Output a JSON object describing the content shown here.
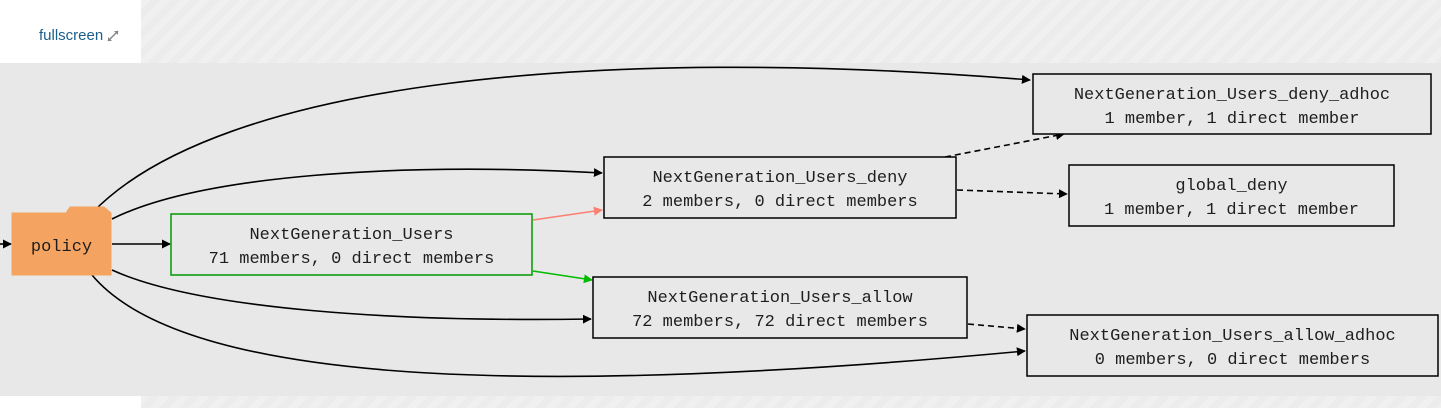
{
  "toolbar": {
    "fullscreen_label": "fullscreen",
    "fullscreen_icon": "expand-arrows-icon",
    "link_color": "#1b5f8a"
  },
  "graph": {
    "background": "#e8e8e8",
    "root": {
      "label": "policy",
      "fill": "#f4a460",
      "shape": "folder"
    },
    "nodes": [
      {
        "id": "ng_users",
        "name": "NextGeneration_Users",
        "summary": "71 members, 0 direct members",
        "border": "#009900"
      },
      {
        "id": "ng_deny",
        "name": "NextGeneration_Users_deny",
        "summary": "2 members, 0 direct members",
        "border": "#000000"
      },
      {
        "id": "ng_allow",
        "name": "NextGeneration_Users_allow",
        "summary": "72 members, 72 direct members",
        "border": "#000000"
      },
      {
        "id": "ng_deny_adhoc",
        "name": "NextGeneration_Users_deny_adhoc",
        "summary": "1 member, 1 direct member",
        "border": "#000000"
      },
      {
        "id": "global_deny",
        "name": "global_deny",
        "summary": "1 member, 1 direct member",
        "border": "#000000"
      },
      {
        "id": "ng_allow_adhoc",
        "name": "NextGeneration_Users_allow_adhoc",
        "summary": "0 members, 0 direct members",
        "border": "#000000"
      }
    ],
    "edges": [
      {
        "from": "policy",
        "to": "ng_users",
        "style": "solid",
        "color": "#000000"
      },
      {
        "from": "policy",
        "to": "ng_deny",
        "style": "solid",
        "color": "#000000"
      },
      {
        "from": "policy",
        "to": "ng_allow",
        "style": "solid",
        "color": "#000000"
      },
      {
        "from": "policy",
        "to": "ng_deny_adhoc",
        "style": "solid",
        "color": "#000000"
      },
      {
        "from": "policy",
        "to": "ng_allow_adhoc",
        "style": "solid",
        "color": "#000000"
      },
      {
        "from": "ng_users",
        "to": "ng_deny",
        "style": "solid",
        "color": "#fa8072"
      },
      {
        "from": "ng_users",
        "to": "ng_allow",
        "style": "solid",
        "color": "#00bb00"
      },
      {
        "from": "ng_deny",
        "to": "ng_deny_adhoc",
        "style": "dashed",
        "color": "#000000"
      },
      {
        "from": "ng_deny",
        "to": "global_deny",
        "style": "dashed",
        "color": "#000000"
      },
      {
        "from": "ng_allow",
        "to": "ng_allow_adhoc",
        "style": "dashed",
        "color": "#000000"
      }
    ]
  }
}
